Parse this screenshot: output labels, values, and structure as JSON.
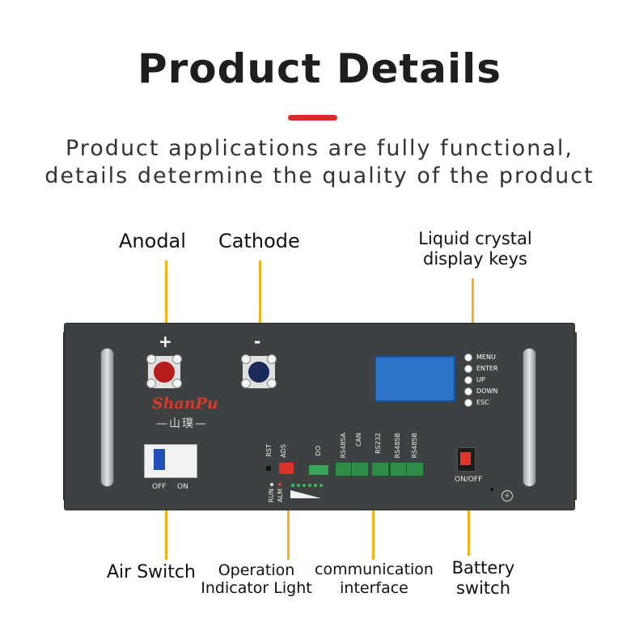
{
  "header": {
    "title": "Product Details",
    "subtitle_line1": "Product applications are fully functional,",
    "subtitle_line2": "details determine the quality of the product",
    "accent_color": "#d92b2b"
  },
  "callouts": {
    "anodal": "Anodal",
    "cathode": "Cathode",
    "lcd_keys_line1": "Liquid crystal",
    "lcd_keys_line2": "display keys",
    "air_switch": "Air Switch",
    "indicator_line1": "Operation",
    "indicator_line2": "Indicator Light",
    "comm_line1": "communication",
    "comm_line2": "interface",
    "battery_line1": "Battery",
    "battery_line2": "switch",
    "line_color": "#f2b21c"
  },
  "panel": {
    "plus": "+",
    "minus": "-",
    "logo": "ShanPu",
    "logo_cn": "—山璞—",
    "breaker_off": "OFF",
    "breaker_on": "ON",
    "rst": "RST",
    "ads": "ADS",
    "do": "DO",
    "run": "RUN",
    "alm": "ALM",
    "ports": [
      "RS485A",
      "CAN",
      "RS232",
      "RS485B",
      "RS485B"
    ],
    "keys": [
      "MENU",
      "ENTER",
      "UP",
      "DOWN",
      "ESC"
    ],
    "on_off": "ON/OFF",
    "ground": "⏚"
  }
}
